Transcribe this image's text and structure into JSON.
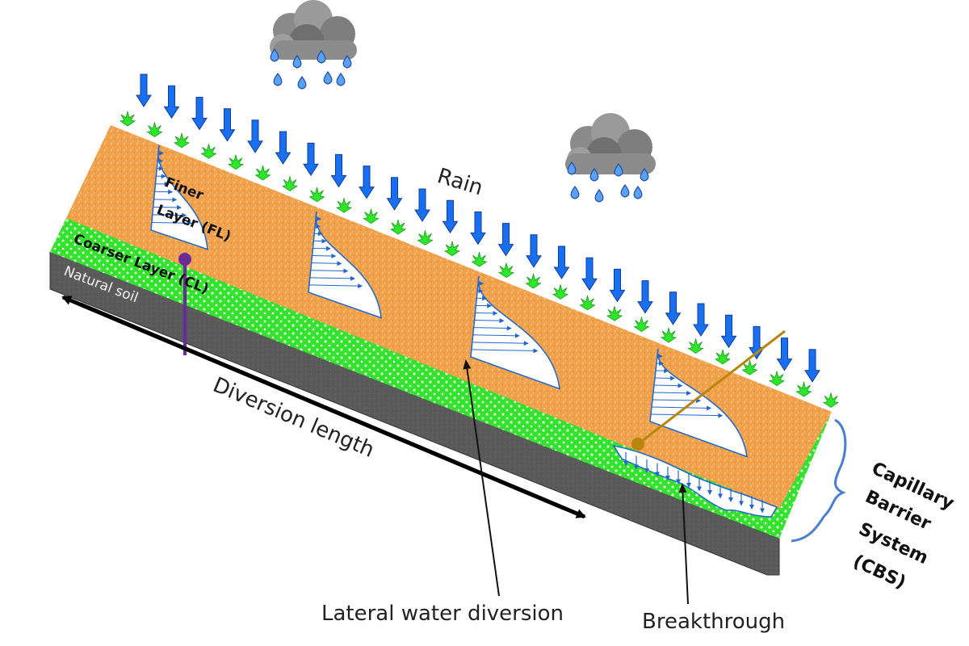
{
  "labels": {
    "rain": "Rain",
    "finer_line1": "Finer",
    "finer_line2": "Layer (FL)",
    "coarser": "Coarser Layer (CL)",
    "natural_soil": "Natural soil",
    "diversion_length": "Diversion length",
    "lateral_water_diversion": "Lateral water diversion",
    "breakthrough": "Breakthrough",
    "cbs_line1": "Capillary",
    "cbs_line2": "Barrier",
    "cbs_line3": "System",
    "cbs_line4": "(CBS)"
  },
  "colors": {
    "finer_layer": "#f0a14a",
    "coarser_layer": "#33e12e",
    "natural_soil": "#5a5a5a",
    "rain_arrow": "#1a6ff0",
    "plant": "#2ee62a",
    "profile_arrow": "#2266cc",
    "purple_probe": "#6a2a9a",
    "brown_probe": "#b8860b",
    "cbs_brace": "#4a7fd0"
  },
  "icons": [
    "cloud-icon",
    "raindrop-icon",
    "rain-arrow-icon",
    "plant-icon"
  ]
}
